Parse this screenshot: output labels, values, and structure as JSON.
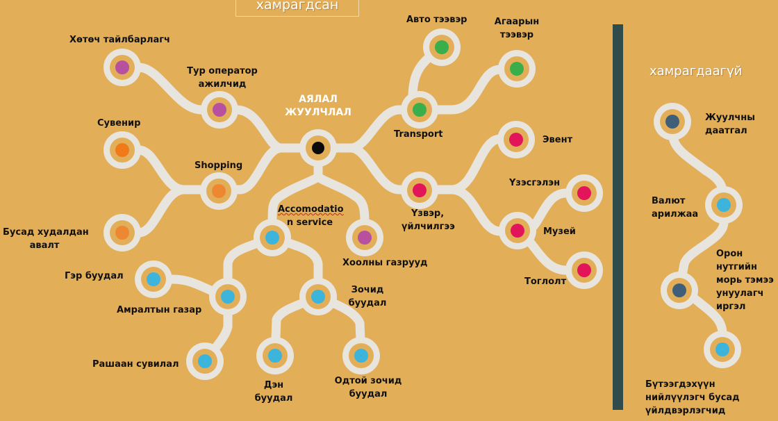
{
  "header": {
    "covered_title": "хамрагдсан",
    "uncovered_title": "хамрагдаагүй"
  },
  "colors": {
    "background": "#E3AE58",
    "track": "#E8E4DE",
    "ring_inner": "#E3AE58",
    "divider": "#2F4C4B",
    "center_dot": "#0A0A0A",
    "purple": "#B7509E",
    "orange": "#F07A1A",
    "orange_light": "#EE8732",
    "green": "#3AAE4A",
    "red": "#E3155A",
    "blue": "#3CB4DB",
    "slate": "#3F5E78"
  },
  "center": {
    "label_line1": "АЯЛАЛ",
    "label_line2": "ЖУУЛЧЛАЛ"
  },
  "nodes": {
    "guide": "Хөтөч тайлбарлагч",
    "tour_operator_1": "Тур оператор",
    "tour_operator_2": "ажилчид",
    "souvenir": "Сувенир",
    "shopping": "Shopping",
    "other_shopping_1": "Бусад худалдан",
    "other_shopping_2": "авалт",
    "accommodation_1": "Accomodatio",
    "accommodation_2": "n service",
    "restaurants": "Хоолны газрууд",
    "ger_camp": "Гэр буудал",
    "resort": "Амралтын газар",
    "sanatorium": "Рашаан сувилал",
    "hotel_1": "Зочид",
    "hotel_2": "буудал",
    "inn_1": "Дэн",
    "inn_2": "буудал",
    "star_hotel_1": "Одтой зочид",
    "star_hotel_2": "буудал",
    "transport": "Transport",
    "auto": "Авто тээвэр",
    "air_1": "Агаарын",
    "air_2": "тээвэр",
    "attractions_1": "Үзвэр,",
    "attractions_2": "үйлчилгээ",
    "event": "Эвент",
    "exhibition": "Үзэсгэлэн",
    "museum": "Музей",
    "performance": "Тоглолт"
  },
  "uncovered": {
    "insurance_1": "Жуулчны",
    "insurance_2": "даатгал",
    "currency_1": "Валют",
    "currency_2": "арилжаа",
    "horse_1": "Орон",
    "horse_2": "нутгийн",
    "horse_3": "морь тэмээ",
    "horse_4": "унуулагч",
    "horse_5": "иргэл",
    "producers_1": "Бүтээгдэхүүн",
    "producers_2": "нийлүүлэгч бусад",
    "producers_3": "үйлдвэрлэгчид"
  }
}
